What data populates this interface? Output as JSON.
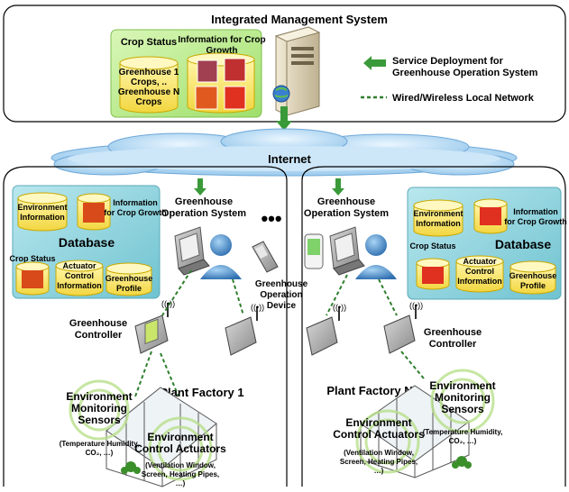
{
  "title": "Integrated Management System",
  "crop_status": {
    "label": "Crop Status",
    "cylinder_lines": [
      "Greenhouse 1",
      "Crops, ..",
      "Greenhouse N",
      "Crops"
    ]
  },
  "crop_growth": {
    "label_lines": [
      "Information for Crop",
      "Growth"
    ]
  },
  "legend": {
    "service_deployment_lines": [
      "Service Deployment for",
      "Greenhouse Operation System"
    ],
    "network": "Wired/Wireless Local Network",
    "colors": {
      "arrow": "#3a9a3a",
      "network": "#2f7f2f"
    }
  },
  "internet": "Internet",
  "ellipsis": "•••",
  "left": {
    "gos_lines": [
      "Greenhouse",
      "Operation System"
    ],
    "db": {
      "title": "Database",
      "env_lines": [
        "Environment",
        "Information"
      ],
      "growth_lines": [
        "Information",
        "for Crop Growth"
      ],
      "crop_status": "Crop Status",
      "actuator_lines": [
        "Actuator",
        "Control",
        "Information"
      ],
      "profile_lines": [
        "Greenhouse",
        "Profile"
      ]
    },
    "device_lines": [
      "Greenhouse",
      "Operation",
      "Device"
    ],
    "controller_lines": [
      "Greenhouse",
      "Controller"
    ],
    "factory": "Plant Factory 1",
    "sensors_lines": [
      "Environment",
      "Monitoring",
      "Sensors"
    ],
    "sensors_detail_lines": [
      "(Temperature Humidity,",
      "CO₂, …)"
    ],
    "actuators_lines": [
      "Environment",
      "Control Actuators"
    ],
    "actuators_detail_lines": [
      "(Ventilation Window,",
      "Screen, Heating Pipes,",
      "…)"
    ]
  },
  "right": {
    "gos_lines": [
      "Greenhouse",
      "Operation System"
    ],
    "db": {
      "title": "Database",
      "env_lines": [
        "Environment",
        "Information"
      ],
      "growth_lines": [
        "Information",
        "for Crop Growth"
      ],
      "crop_status": "Crop Status",
      "actuator_lines": [
        "Actuator",
        "Control",
        "Information"
      ],
      "profile_lines": [
        "Greenhouse",
        "Profile"
      ]
    },
    "controller_lines": [
      "Greenhouse",
      "Controller"
    ],
    "factory": "Plant Factory N",
    "sensors_lines": [
      "Environment",
      "Monitoring",
      "Sensors"
    ],
    "sensors_detail_lines": [
      "(Temperature Humidity,",
      "CO₂, …)"
    ],
    "actuators_lines": [
      "Environment",
      "Control Actuators"
    ],
    "actuators_detail_lines": [
      "(Ventilation Window,",
      "Screen, Heating Pipes,",
      "…)"
    ]
  }
}
